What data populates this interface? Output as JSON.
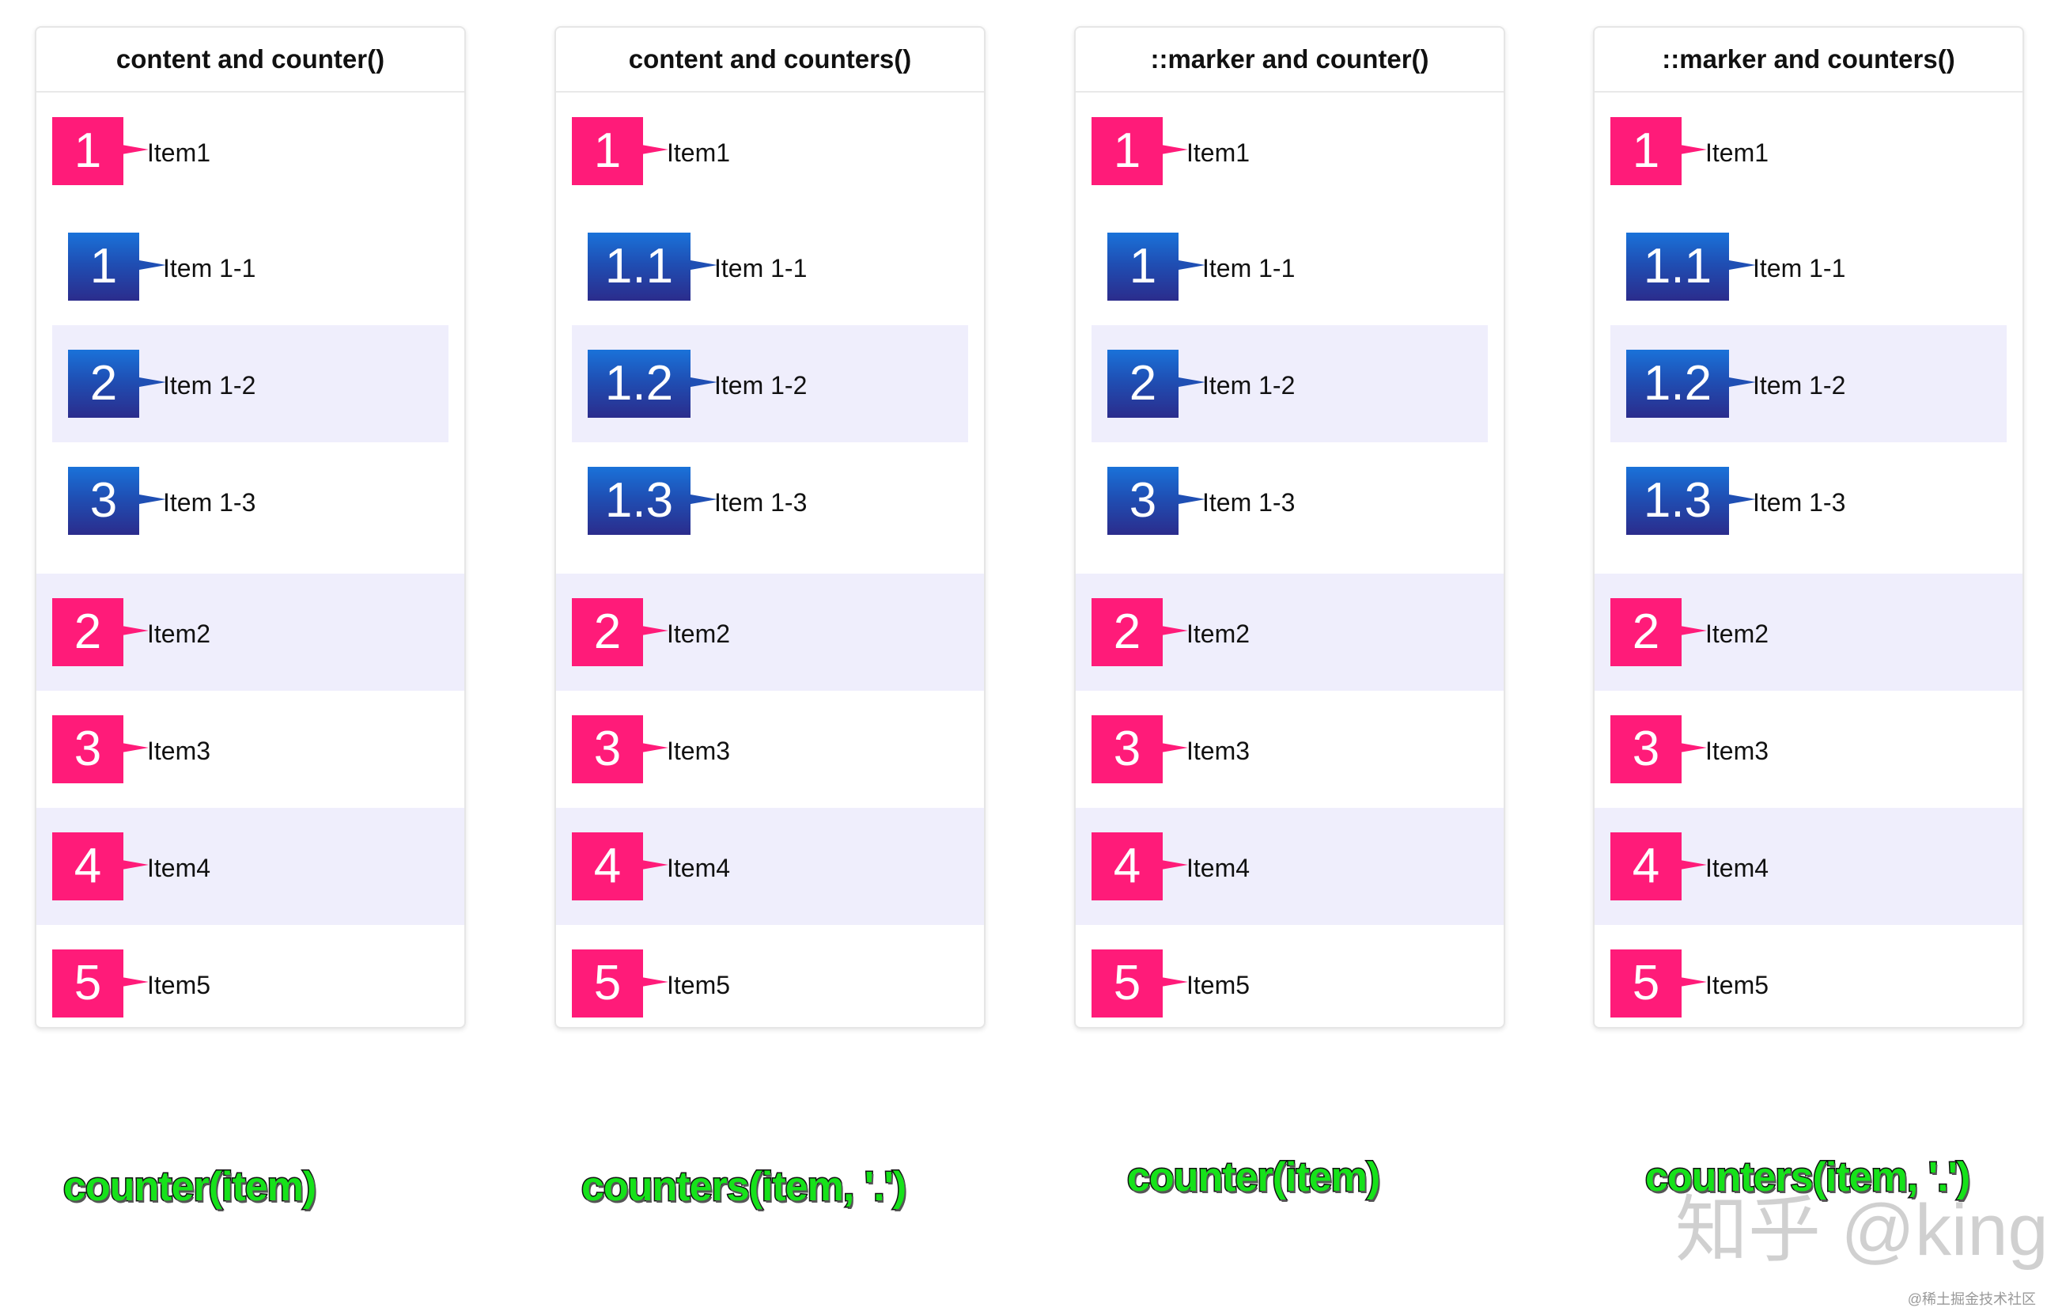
{
  "colors": {
    "pink": "#ff1b79",
    "blue_top": "#1a72d9",
    "blue_bottom": "#2b2c8c",
    "shade": "#efeefc",
    "caption_green": "#16e21a"
  },
  "panels": [
    {
      "title": "content and counter()",
      "items": [
        {
          "num": "1",
          "label": "Item1",
          "children": [
            {
              "num": "1",
              "label": "Item 1-1"
            },
            {
              "num": "2",
              "label": "Item 1-2"
            },
            {
              "num": "3",
              "label": "Item 1-3"
            }
          ]
        },
        {
          "num": "2",
          "label": "Item2"
        },
        {
          "num": "3",
          "label": "Item3"
        },
        {
          "num": "4",
          "label": "Item4"
        },
        {
          "num": "5",
          "label": "Item5"
        }
      ],
      "caption": "counter(item)"
    },
    {
      "title": "content and counters()",
      "items": [
        {
          "num": "1",
          "label": "Item1",
          "children": [
            {
              "num": "1.1",
              "label": "Item 1-1"
            },
            {
              "num": "1.2",
              "label": "Item 1-2"
            },
            {
              "num": "1.3",
              "label": "Item 1-3"
            }
          ]
        },
        {
          "num": "2",
          "label": "Item2"
        },
        {
          "num": "3",
          "label": "Item3"
        },
        {
          "num": "4",
          "label": "Item4"
        },
        {
          "num": "5",
          "label": "Item5"
        }
      ],
      "caption": "counters(item, '.')"
    },
    {
      "title": "::marker and counter()",
      "items": [
        {
          "num": "1",
          "label": "Item1",
          "children": [
            {
              "num": "1",
              "label": "Item 1-1"
            },
            {
              "num": "2",
              "label": "Item 1-2"
            },
            {
              "num": "3",
              "label": "Item 1-3"
            }
          ]
        },
        {
          "num": "2",
          "label": "Item2"
        },
        {
          "num": "3",
          "label": "Item3"
        },
        {
          "num": "4",
          "label": "Item4"
        },
        {
          "num": "5",
          "label": "Item5"
        }
      ],
      "caption": "counter(item)"
    },
    {
      "title": "::marker and counters()",
      "items": [
        {
          "num": "1",
          "label": "Item1",
          "children": [
            {
              "num": "1.1",
              "label": "Item 1-1"
            },
            {
              "num": "1.2",
              "label": "Item 1-2"
            },
            {
              "num": "1.3",
              "label": "Item 1-3"
            }
          ]
        },
        {
          "num": "2",
          "label": "Item2"
        },
        {
          "num": "3",
          "label": "Item3"
        },
        {
          "num": "4",
          "label": "Item4"
        },
        {
          "num": "5",
          "label": "Item5"
        }
      ],
      "caption": "counters(item, '.')"
    }
  ],
  "watermark": "知乎 @king",
  "credit": "@稀土掘金技术社区"
}
